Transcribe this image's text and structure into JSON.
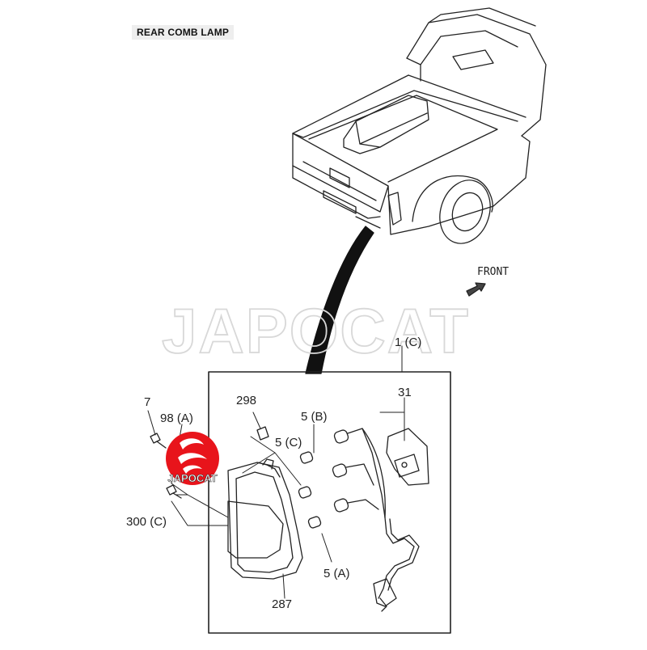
{
  "title": "REAR COMB LAMP",
  "direction_label": "FRONT",
  "watermark": "JAPOCAT",
  "badge_text": "JAPOCAT",
  "part_labels": {
    "p1": "1 (C)",
    "p31": "31",
    "p298": "298",
    "p5b": "5 (B)",
    "p5c": "5 (C)",
    "p5a": "5 (A)",
    "p7": "7",
    "p98": "98 (A)",
    "p300": "300 (C)",
    "p287": "287"
  },
  "colors": {
    "badge": "#e8141b",
    "line": "#222222"
  }
}
